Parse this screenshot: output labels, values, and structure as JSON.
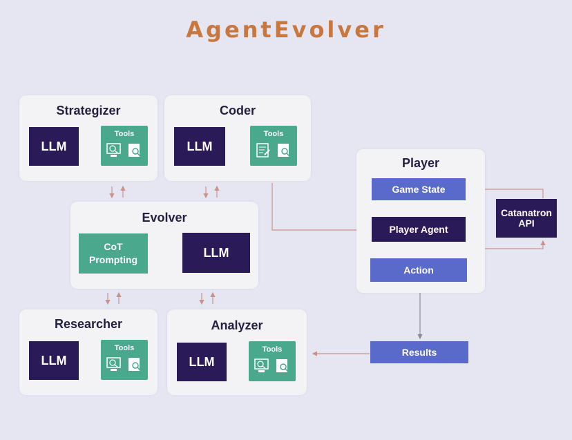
{
  "title": "AgentEvolver",
  "modules": {
    "strategizer": {
      "title": "Strategizer",
      "llm": "LLM",
      "tools": "Tools"
    },
    "coder": {
      "title": "Coder",
      "llm": "LLM",
      "tools": "Tools"
    },
    "evolver": {
      "title": "Evolver",
      "cot": "CoT\nPrompting",
      "llm": "LLM"
    },
    "researcher": {
      "title": "Researcher",
      "llm": "LLM",
      "tools": "Tools"
    },
    "analyzer": {
      "title": "Analyzer",
      "llm": "LLM",
      "tools": "Tools"
    }
  },
  "player": {
    "title": "Player",
    "game_state": "Game State",
    "player_agent": "Player Agent",
    "action": "Action"
  },
  "catanatron": "Catanatron\nAPI",
  "results": "Results",
  "colors": {
    "title": "#c8773e",
    "llm": "#2a1a57",
    "tools": "#4aa88c",
    "blue": "#5a6acb",
    "arrow": "#c9928a"
  }
}
